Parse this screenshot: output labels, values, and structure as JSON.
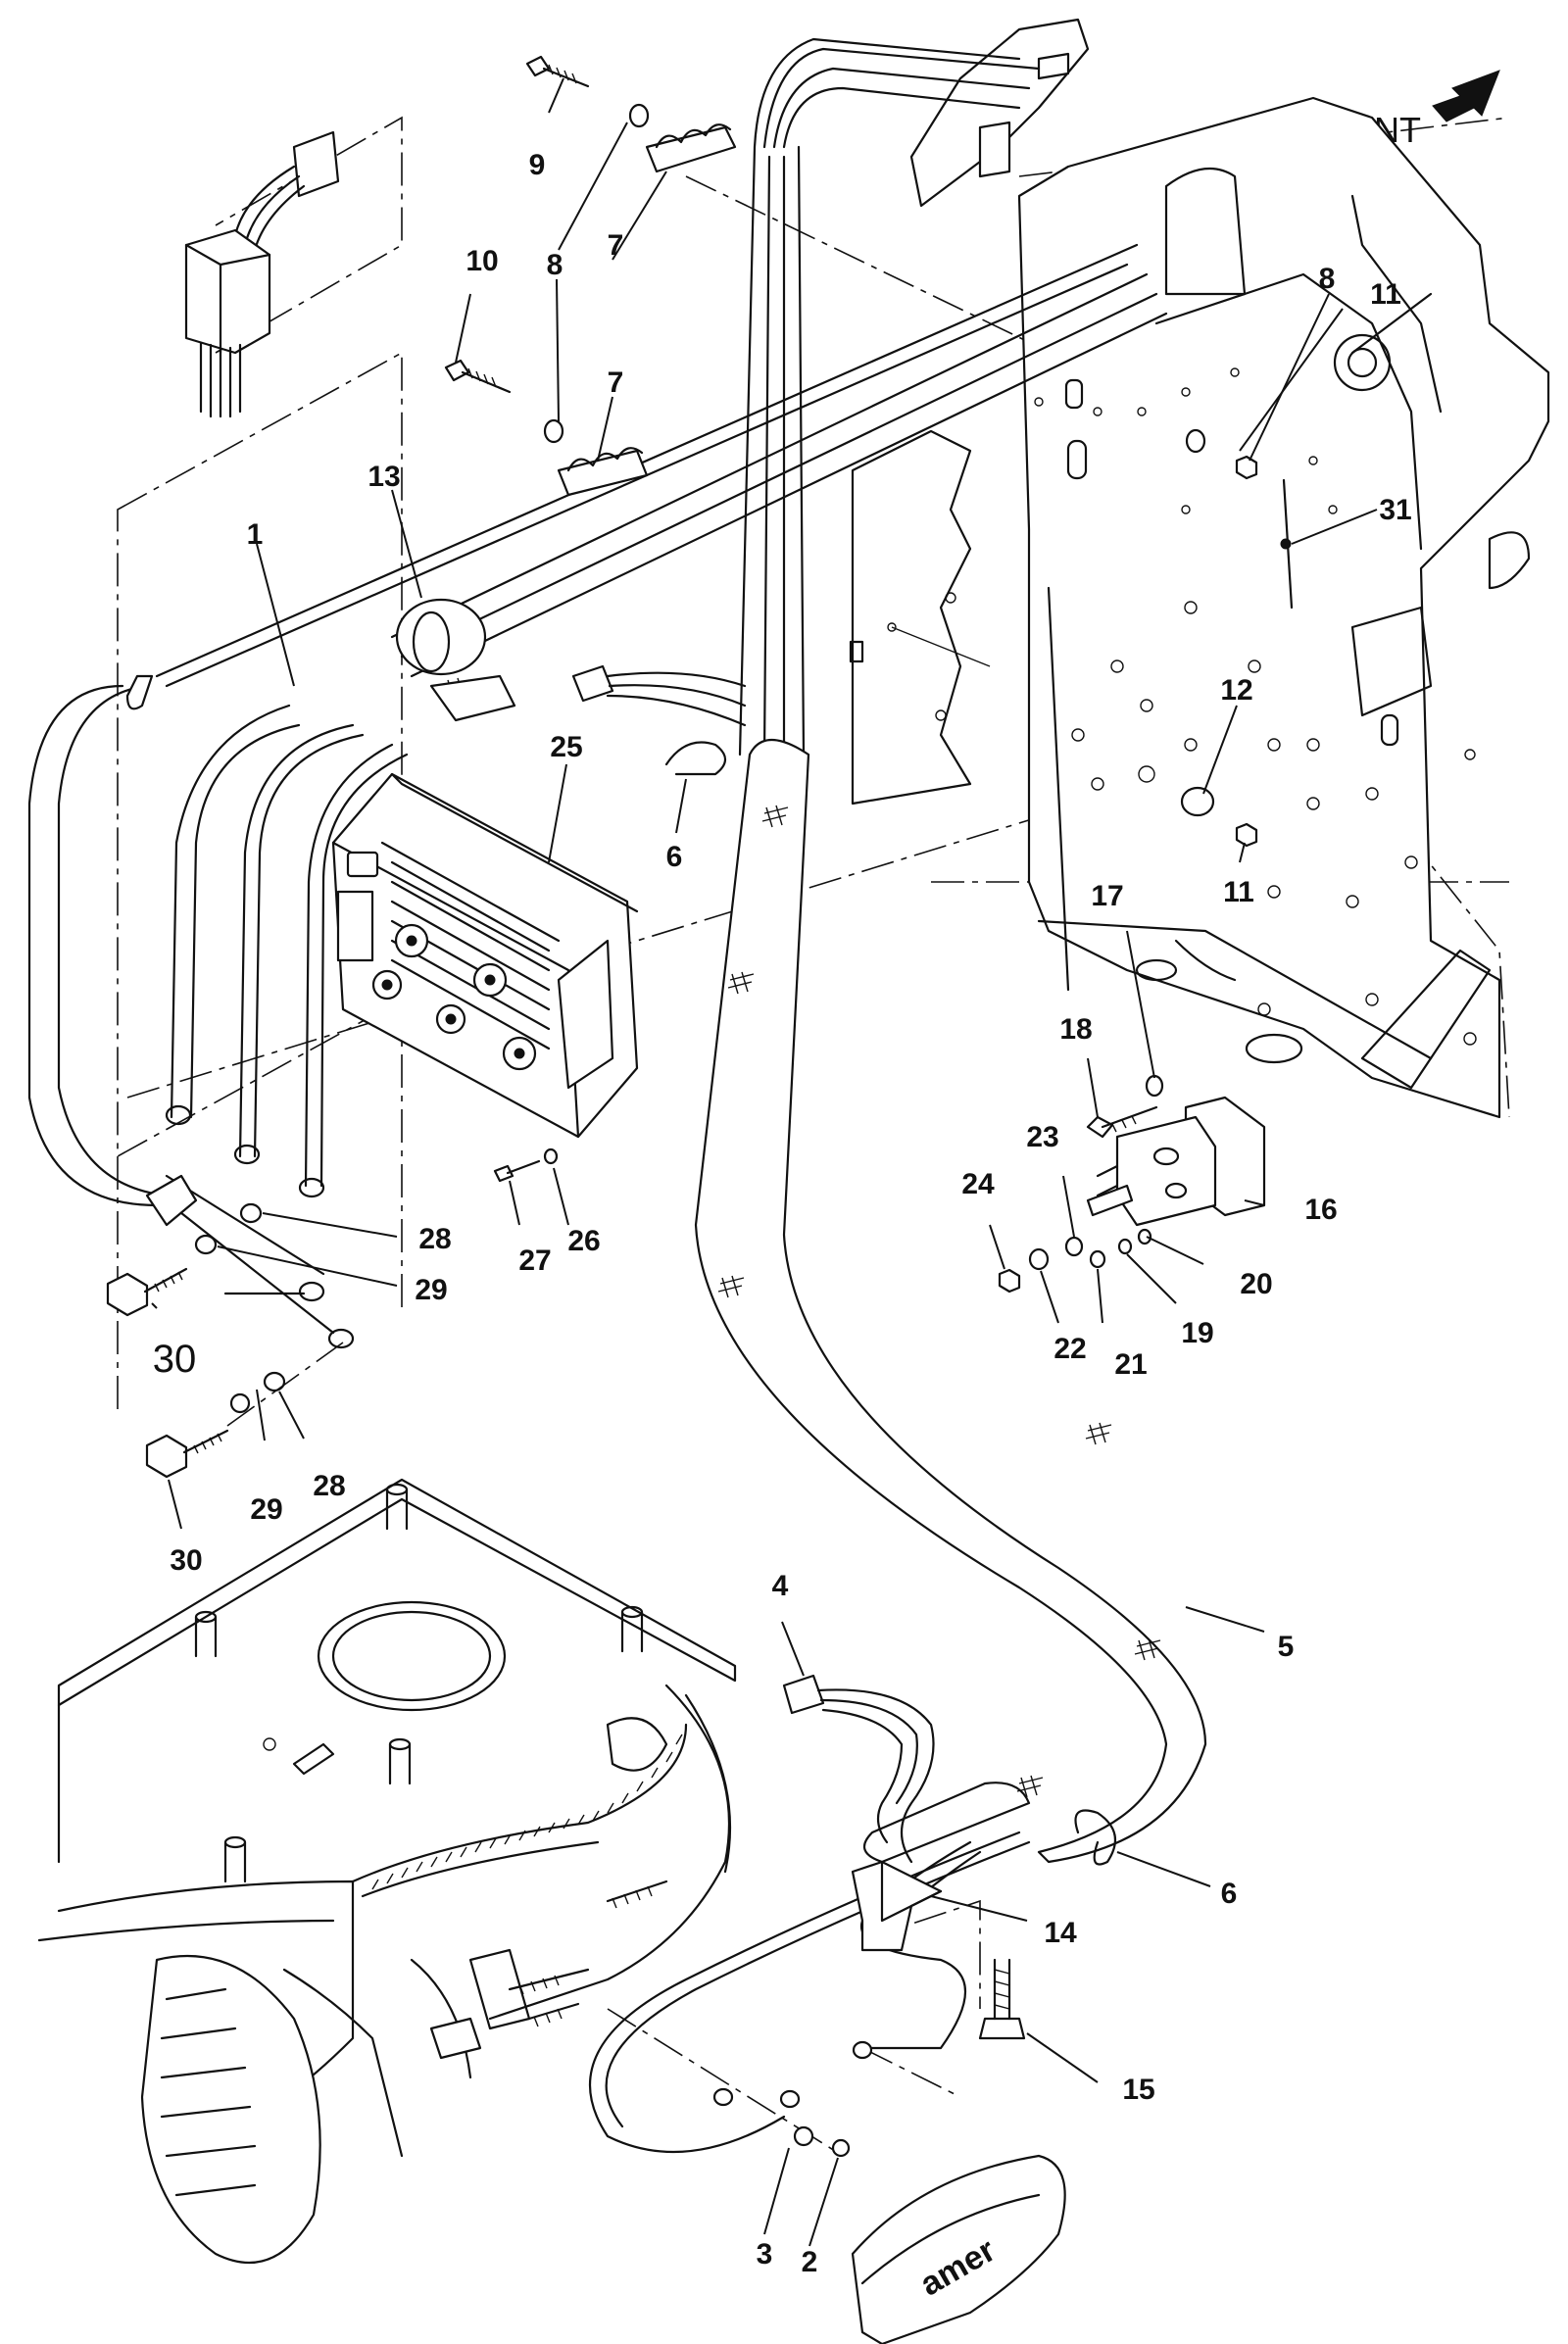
{
  "orientation": {
    "label": "FRONT",
    "icon": "arrow-right-icon"
  },
  "callouts": [
    {
      "id": "c1",
      "text": "1"
    },
    {
      "id": "c2",
      "text": "2"
    },
    {
      "id": "c3",
      "text": "3"
    },
    {
      "id": "c4",
      "text": "4"
    },
    {
      "id": "c5",
      "text": "5"
    },
    {
      "id": "c6a",
      "text": "6"
    },
    {
      "id": "c6b",
      "text": "6"
    },
    {
      "id": "c7a",
      "text": "7"
    },
    {
      "id": "c7b",
      "text": "7"
    },
    {
      "id": "c8a",
      "text": "8"
    },
    {
      "id": "c8b",
      "text": "8"
    },
    {
      "id": "c9",
      "text": "9"
    },
    {
      "id": "c10",
      "text": "10"
    },
    {
      "id": "c11a",
      "text": "11"
    },
    {
      "id": "c11b",
      "text": "11"
    },
    {
      "id": "c12",
      "text": "12"
    },
    {
      "id": "c13",
      "text": "13"
    },
    {
      "id": "c14",
      "text": "14"
    },
    {
      "id": "c15",
      "text": "15"
    },
    {
      "id": "c16",
      "text": "16"
    },
    {
      "id": "c17",
      "text": "17"
    },
    {
      "id": "c18",
      "text": "18"
    },
    {
      "id": "c19",
      "text": "19"
    },
    {
      "id": "c20",
      "text": "20"
    },
    {
      "id": "c21",
      "text": "21"
    },
    {
      "id": "c22",
      "text": "22"
    },
    {
      "id": "c23",
      "text": "23"
    },
    {
      "id": "c24",
      "text": "24"
    },
    {
      "id": "c25",
      "text": "25"
    },
    {
      "id": "c26",
      "text": "26"
    },
    {
      "id": "c27",
      "text": "27"
    },
    {
      "id": "c28a",
      "text": "28"
    },
    {
      "id": "c28b",
      "text": "28"
    },
    {
      "id": "c29a",
      "text": "29"
    },
    {
      "id": "c29b",
      "text": "29"
    },
    {
      "id": "c30a",
      "text": "30"
    },
    {
      "id": "c30b",
      "text": "30"
    },
    {
      "id": "c31",
      "text": "31"
    }
  ],
  "cover_logo": {
    "text": "amer"
  }
}
